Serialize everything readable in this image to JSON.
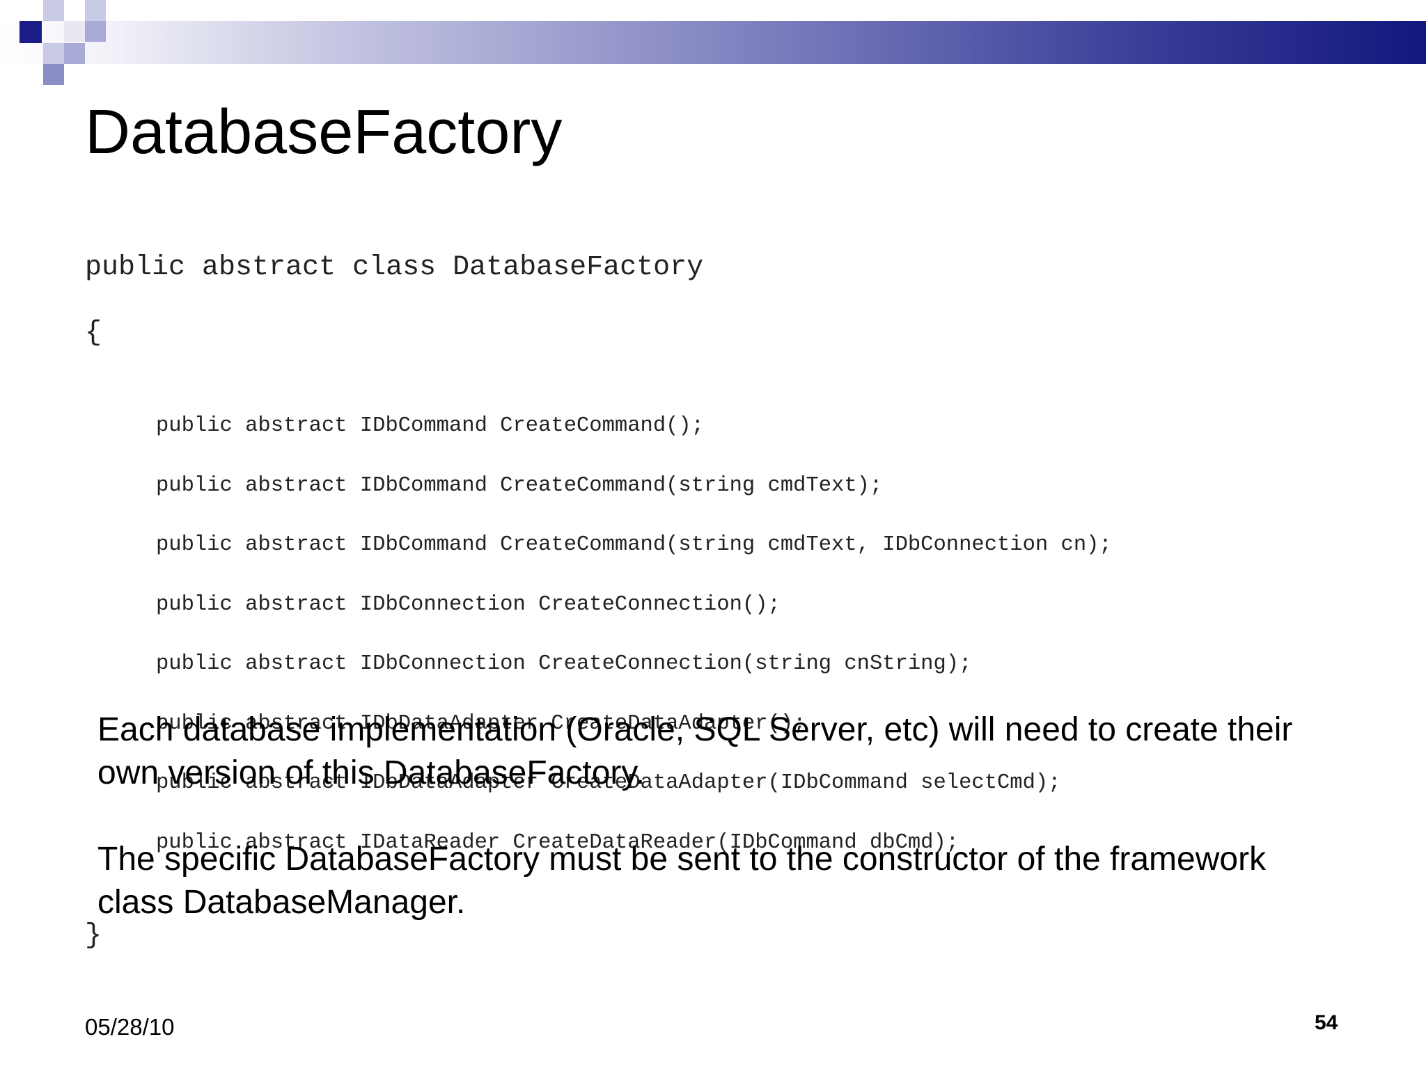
{
  "slide": {
    "title": "DatabaseFactory",
    "code": {
      "header": "public abstract class DatabaseFactory",
      "open_brace": "{",
      "members": [
        "public abstract IDbCommand CreateCommand();",
        "public abstract IDbCommand CreateCommand(string cmdText);",
        "public abstract IDbCommand CreateCommand(string cmdText, IDbConnection cn);",
        "public abstract IDbConnection CreateConnection();",
        "public abstract IDbConnection CreateConnection(string cnString);",
        "public abstract IDbDataAdapter CreateDataAdapter();",
        "public abstract IDbDataAdapter CreateDataAdapter(IDbCommand selectCmd);",
        "public abstract IDataReader CreateDataReader(IDbCommand dbCmd);"
      ],
      "close_brace": "}"
    },
    "paragraphs": [
      "Each database implementation (Oracle, SQL Server, etc) will need to create their own version of this DatabaseFactory.",
      "The specific DatabaseFactory must be sent to the constructor of the framework class DatabaseManager."
    ],
    "footer": {
      "date": "05/28/10",
      "page_number": "54"
    }
  },
  "colors": {
    "band_dark": "#12177d",
    "band_light": "#c9cae4",
    "code_text": "#222222"
  }
}
